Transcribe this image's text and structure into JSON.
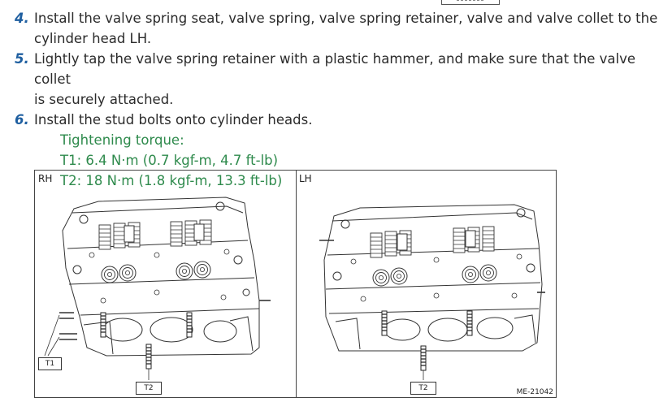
{
  "steps": [
    {
      "number": "4.",
      "text": "Install the valve spring seat, valve spring, valve spring retainer, valve and valve collet to the",
      "continuation": "cylinder head LH."
    },
    {
      "number": "5.",
      "text": "Lightly tap the valve spring retainer with a plastic hammer, and make sure that the valve collet",
      "continuation": "is securely attached."
    },
    {
      "number": "6.",
      "text": "Install the stud bolts onto cylinder heads."
    }
  ],
  "torque": {
    "heading": "Tightening torque:",
    "t1": "T1: 6.4 N·m (0.7 kgf-m, 4.7 ft-lb)",
    "t2": "T2: 18 N·m (1.8 kgf-m, 13.3 ft-lb)"
  },
  "figure": {
    "left_label": "RH",
    "right_label": "LH",
    "callouts": {
      "t1": "T1",
      "t2_left": "T2",
      "t2_right": "T2"
    },
    "figure_code": "ME-21042"
  }
}
